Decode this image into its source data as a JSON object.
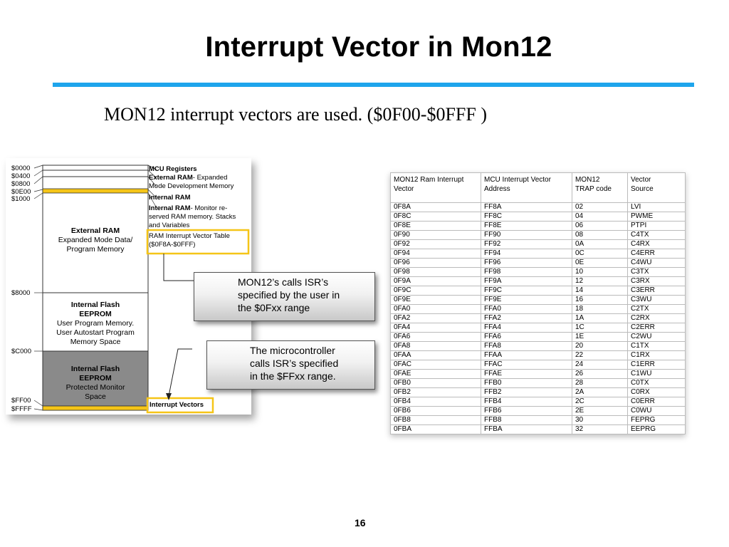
{
  "slide": {
    "title": "Interrupt Vector in Mon12",
    "subtitle": "MON12 interrupt vectors are used. ($0F00-$0FFF )",
    "page_number": "16",
    "accent_color": "#1ea5ec"
  },
  "memory_map": {
    "addresses": [
      "$0000",
      "$0400",
      "$0800",
      "$0E00",
      "$1000",
      "$8000",
      "$C000",
      "$FF00",
      "$FFFF"
    ],
    "right_labels": {
      "mcu_registers": "MCU Registers",
      "external_ram_bold": "External RAM",
      "external_ram_desc_a": "- Expanded",
      "external_ram_desc_b": "Mode Development Memory",
      "internal_ram": "Internal RAM",
      "internal_ram2_bold": "Internal RAM",
      "internal_ram2_desc_a": "- Monitor re-",
      "internal_ram2_desc_b": "served RAM memory. Stacks",
      "internal_ram2_desc_c": "and Variables",
      "vector_table_a": "RAM Interrupt Vector Table",
      "vector_table_b": "($0F8A-$0FFF)",
      "interrupt_vectors": "Interrupt Vectors"
    },
    "regions": {
      "external_ram_title": "External RAM",
      "external_ram_l1": "Expanded Mode Data/",
      "external_ram_l2": "Program Memory",
      "flash_title_1": "Internal Flash",
      "flash_title_2": "EEPROM",
      "flash_l1": "User Program Memory.",
      "flash_l2": "User Autostart Program",
      "flash_l3": "Memory Space",
      "protected_title_1": "Internal Flash",
      "protected_title_2": "EEPROM",
      "protected_l1": "Protected Monitor",
      "protected_l2": "Space"
    },
    "highlight_color": "#f5c518"
  },
  "callouts": {
    "upper": [
      "MON12’s calls ISR’s",
      "specified by the user in",
      "the $0Fxx range"
    ],
    "lower": [
      "The microcontroller",
      "calls ISR’s specified",
      "in the $FFxx range."
    ]
  },
  "vector_table": {
    "headers": [
      [
        "MON12 Ram Interrupt",
        "Vector"
      ],
      [
        "MCU Interrupt Vector",
        "Address"
      ],
      [
        "MON12",
        "TRAP code"
      ],
      [
        "Vector",
        "Source"
      ]
    ],
    "rows": [
      [
        "0F8A",
        "FF8A",
        "02",
        "LVI"
      ],
      [
        "0F8C",
        "FF8C",
        "04",
        "PWME"
      ],
      [
        "0F8E",
        "FF8E",
        "06",
        "PTPI"
      ],
      [
        "0F90",
        "FF90",
        "08",
        "C4TX"
      ],
      [
        "0F92",
        "FF92",
        "0A",
        "C4RX"
      ],
      [
        "0F94",
        "FF94",
        "0C",
        "C4ERR"
      ],
      [
        "0F96",
        "FF96",
        "0E",
        "C4WU"
      ],
      [
        "0F98",
        "FF98",
        "10",
        "C3TX"
      ],
      [
        "0F9A",
        "FF9A",
        "12",
        "C3RX"
      ],
      [
        "0F9C",
        "FF9C",
        "14",
        "C3ERR"
      ],
      [
        "0F9E",
        "FF9E",
        "16",
        "C3WU"
      ],
      [
        "0FA0",
        "FFA0",
        "18",
        "C2TX"
      ],
      [
        "0FA2",
        "FFA2",
        "1A",
        "C2RX"
      ],
      [
        "0FA4",
        "FFA4",
        "1C",
        "C2ERR"
      ],
      [
        "0FA6",
        "FFA6",
        "1E",
        "C2WU"
      ],
      [
        "0FA8",
        "FFA8",
        "20",
        "C1TX"
      ],
      [
        "0FAA",
        "FFAA",
        "22",
        "C1RX"
      ],
      [
        "0FAC",
        "FFAC",
        "24",
        "C1ERR"
      ],
      [
        "0FAE",
        "FFAE",
        "26",
        "C1WU"
      ],
      [
        "0FB0",
        "FFB0",
        "28",
        "C0TX"
      ],
      [
        "0FB2",
        "FFB2",
        "2A",
        "C0RX"
      ],
      [
        "0FB4",
        "FFB4",
        "2C",
        "C0ERR"
      ],
      [
        "0FB6",
        "FFB6",
        "2E",
        "C0WU"
      ],
      [
        "0FB8",
        "FFB8",
        "30",
        "FEPRG"
      ],
      [
        "0FBA",
        "FFBA",
        "32",
        "EEPRG"
      ]
    ]
  }
}
